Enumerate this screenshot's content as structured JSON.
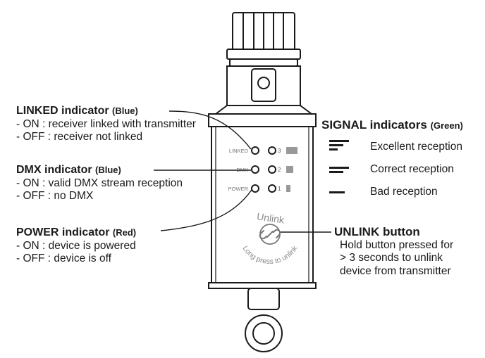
{
  "linked": {
    "title": "LINKED indicator",
    "color_note": "(Blue)",
    "on_text": "- ON : receiver linked with transmitter",
    "off_text": "- OFF : receiver not linked"
  },
  "dmx": {
    "title": "DMX indicator",
    "color_note": "(Blue)",
    "on_text": "- ON : valid DMX stream reception",
    "off_text": "- OFF : no DMX"
  },
  "power": {
    "title": "POWER indicator",
    "color_note": "(Red)",
    "on_text": "- ON : device is powered",
    "off_text": "- OFF : device is off"
  },
  "signal": {
    "title": "SIGNAL indicators",
    "color_note": "(Green)",
    "levels": [
      {
        "label": "Excellent reception",
        "bars": 3
      },
      {
        "label": "Correct reception",
        "bars": 2
      },
      {
        "label": "Bad reception",
        "bars": 1
      }
    ]
  },
  "unlink": {
    "title": "UNLINK button",
    "desc_1": "Hold button pressed for",
    "desc_2": "> 3 seconds to unlink",
    "desc_3": "device from transmitter"
  },
  "device": {
    "led_labels": [
      "LINKED",
      "DMX",
      "POWER"
    ],
    "signal_numbers": [
      "3",
      "2",
      "1"
    ],
    "unlink_word": "Unlink",
    "unlink_arc_text": "Long press to unlink"
  }
}
